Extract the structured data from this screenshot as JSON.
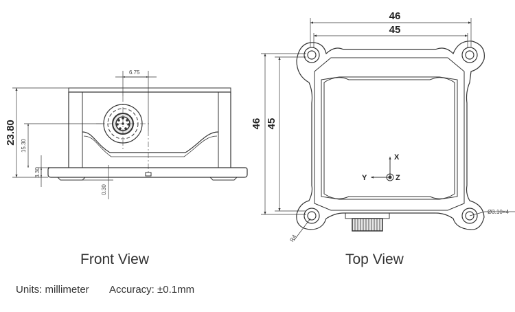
{
  "front_view": {
    "caption": "Front View",
    "dims": {
      "connector_offset": "6.75",
      "total_height": "23.80",
      "connector_height": "15.30",
      "base_height": "3.30",
      "foot_gap": "0.30"
    }
  },
  "top_view": {
    "caption": "Top View",
    "dims": {
      "outer_width": "46",
      "inner_width": "45",
      "outer_height": "46",
      "inner_height": "45",
      "hole_spec": "Ø3.10×4",
      "corner_radius": "R4"
    },
    "axes": {
      "x": "X",
      "y": "Y",
      "z": "Z"
    }
  },
  "footer": {
    "units": "Units: millimeter",
    "accuracy": "Accuracy: ±0.1mm"
  }
}
